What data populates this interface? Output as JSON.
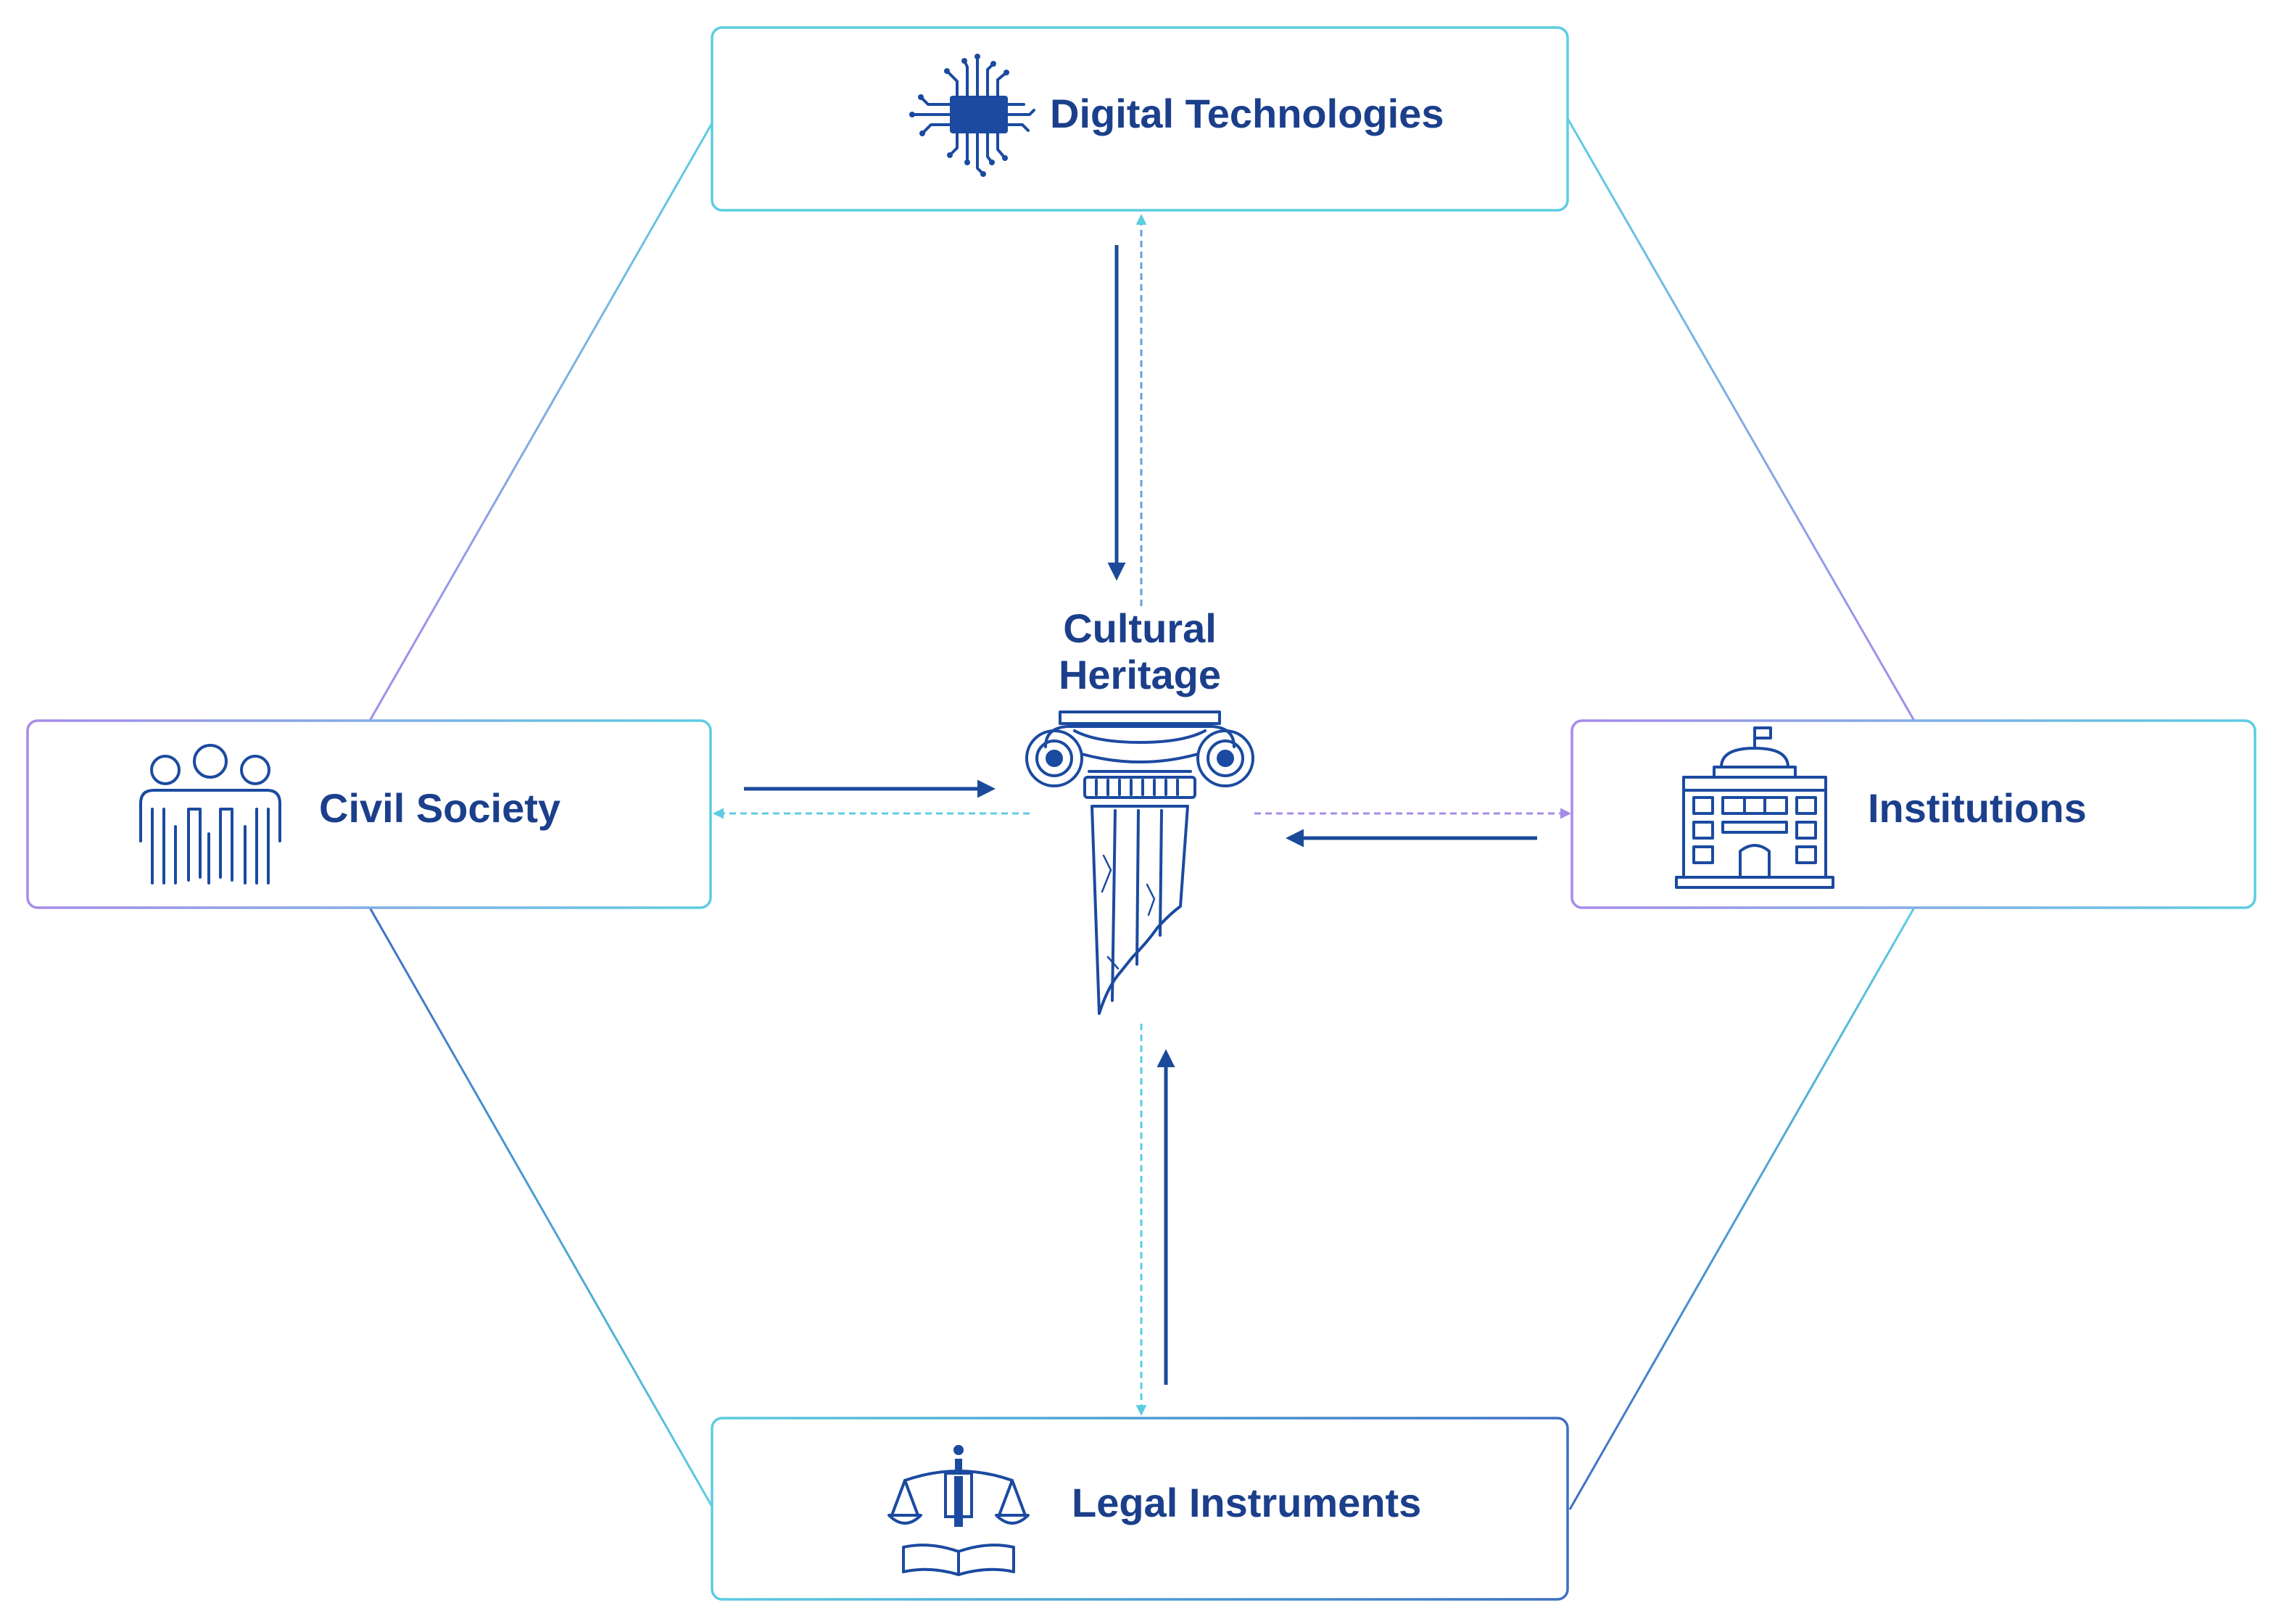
{
  "center": {
    "label_line1": "Cultural",
    "label_line2": "Heritage",
    "icon": "ionic-column-icon"
  },
  "nodes": {
    "top": {
      "label": "Digital Technologies",
      "icon": "circuit-chip-icon"
    },
    "left": {
      "label": "Civil Society",
      "icon": "people-group-icon"
    },
    "right": {
      "label": "Institutions",
      "icon": "government-building-icon"
    },
    "bottom": {
      "label": "Legal Instruments",
      "icon": "scales-of-justice-icon"
    }
  },
  "colors": {
    "text": "#1b3f8b",
    "solid_arrow": "#1b4a9a",
    "cyan": "#5ccde0",
    "purple": "#a68be8",
    "box_border_cyan": "#62cfe2",
    "box_border_purple": "#a98ee6"
  }
}
